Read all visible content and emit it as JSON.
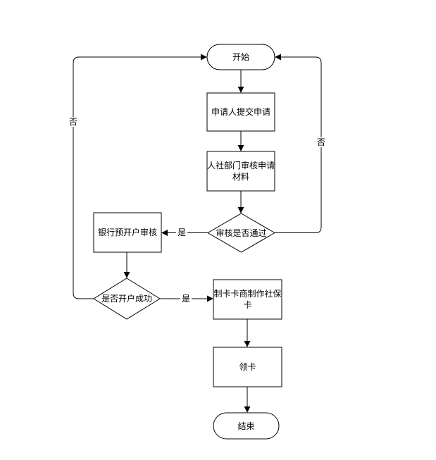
{
  "flowchart": {
    "colors": {
      "stroke": "#000000",
      "node_fill": "#ffffff",
      "background": "#ffffff"
    },
    "nodes": [
      {
        "id": "start",
        "type": "terminator",
        "label": "开始"
      },
      {
        "id": "submit",
        "type": "process",
        "label": "申请人提交申请"
      },
      {
        "id": "hr-review",
        "type": "process",
        "label": "人社部门审核申请材料"
      },
      {
        "id": "review-pass",
        "type": "decision",
        "label": "审核是否通过"
      },
      {
        "id": "bank-preopen",
        "type": "process",
        "label": "银行预开户审核"
      },
      {
        "id": "account-success",
        "type": "decision",
        "label": "是否开户成功"
      },
      {
        "id": "card-maker",
        "type": "process",
        "label": "制卡卡商制作社保卡"
      },
      {
        "id": "collect-card",
        "type": "process",
        "label": "领卡"
      },
      {
        "id": "end",
        "type": "terminator",
        "label": "结束"
      }
    ],
    "edge_labels": [
      {
        "edge": "review-pass-to-bank-preopen",
        "label": "是"
      },
      {
        "edge": "review-pass-to-start",
        "label": "否"
      },
      {
        "edge": "account-success-to-card-maker",
        "label": "是"
      },
      {
        "edge": "account-success-to-start",
        "label": "否"
      }
    ]
  }
}
